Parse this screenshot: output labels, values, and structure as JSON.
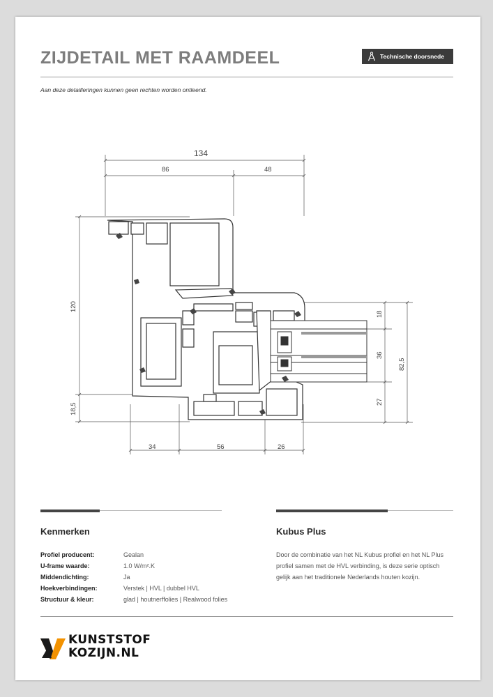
{
  "header": {
    "title": "ZIJDETAIL MET RAAMDEEL",
    "badge_label": "Technische doorsnede",
    "disclaimer": "Aan deze detailleringen kunnen geen rechten worden ontleend."
  },
  "drawing": {
    "dimensions": {
      "total_width": "134",
      "left_width": "86",
      "right_width": "48",
      "height_120": "120",
      "height_18_5": "18,5",
      "bottom_34": "34",
      "bottom_56": "56",
      "bottom_26": "26",
      "right_18": "18",
      "right_36": "36",
      "right_27": "27",
      "right_82_5": "82,5"
    }
  },
  "kenmerken": {
    "heading": "Kenmerken",
    "rows": [
      {
        "key": "Profiel producent:",
        "value": "Gealan"
      },
      {
        "key": "U-frame waarde:",
        "value": "1.0 W/m².K"
      },
      {
        "key": "Middendichting:",
        "value": "Ja"
      },
      {
        "key": "Hoekverbindingen:",
        "value": "Verstek | HVL | dubbel HVL"
      },
      {
        "key": "Structuur & kleur:",
        "value": "glad | houtnerffolies | Realwood folies"
      }
    ]
  },
  "product": {
    "heading": "Kubus Plus",
    "description": "Door de combinatie van het NL Kubus profiel en het NL Plus profiel samen met de HVL verbinding, is deze serie optisch gelijk aan het traditionele Nederlands houten kozijn."
  },
  "logo": {
    "line1": "KUNSTSTOF",
    "line2": "KOZIJN.NL",
    "accent_color": "#f39200"
  }
}
